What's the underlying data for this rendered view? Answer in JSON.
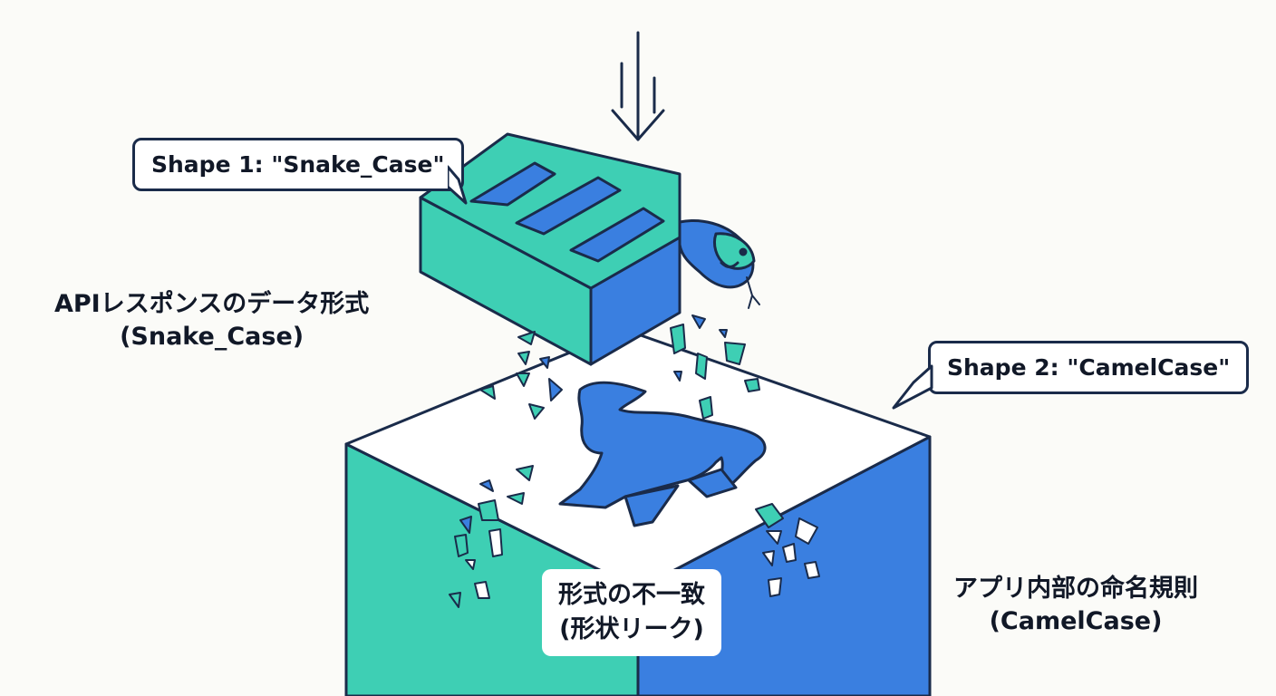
{
  "callouts": {
    "snake": "Shape 1: \"Snake_Case\"",
    "camel": "Shape 2: \"CamelCase\""
  },
  "labels": {
    "api_format_line1": "APIレスポンスのデータ形式",
    "api_format_line2": "(Snake_Case)",
    "app_rule_line1": "アプリ内部の命名規則",
    "app_rule_line2": "(CamelCase)",
    "mismatch_line1": "形式の不一致",
    "mismatch_line2": "(形状リーク)"
  },
  "colors": {
    "green": "#3ecfb4",
    "blue": "#3a7fe0",
    "navy": "#1a2b4a",
    "background": "#fbfbf8"
  },
  "icons": [
    "down-arrow-icon",
    "snake-icon",
    "camel-hole-icon",
    "shard-icon"
  ]
}
